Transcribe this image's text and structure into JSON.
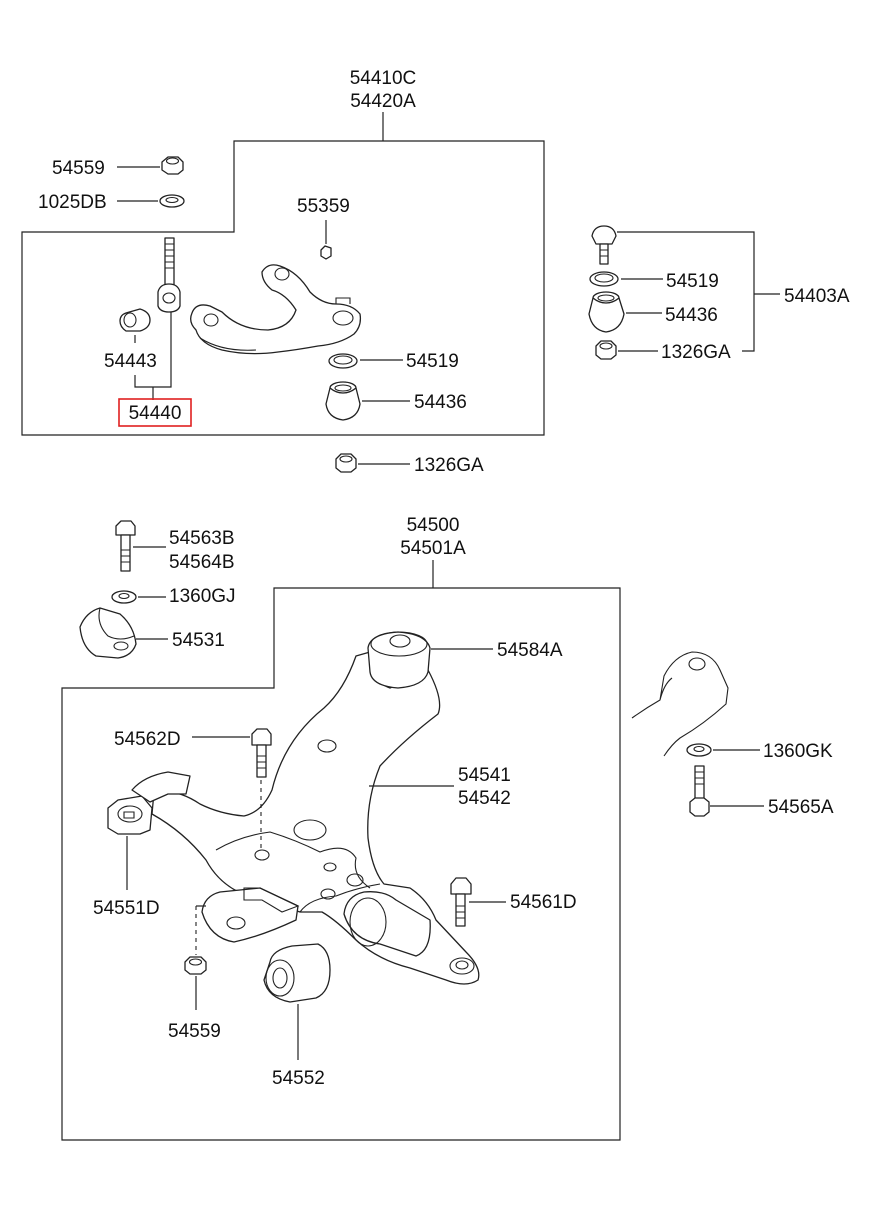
{
  "labels": {
    "upper_assy_1": "54410C",
    "upper_assy_2": "54420A",
    "nut_54559_top": "54559",
    "washer_1025DB": "1025DB",
    "nut_55359": "55359",
    "bushing_54443": "54443",
    "bolt_54440": "54440",
    "washer_54519_upper": "54519",
    "boot_54436_upper": "54436",
    "nut_1326GA_upper": "1326GA",
    "kit_54519": "54519",
    "kit_54436": "54436",
    "kit_1326GA": "1326GA",
    "kit_assy": "54403A",
    "lower_assy_1": "54500",
    "lower_assy_2": "54501A",
    "bolt_54563B": "54563B",
    "bolt_54564B": "54564B",
    "washer_1360GJ": "1360GJ",
    "bracket_54531": "54531",
    "bushing_54584A": "54584A",
    "bolt_54562D": "54562D",
    "arm_54541": "54541",
    "arm_54542": "54542",
    "bushing_54551D": "54551D",
    "bolt_54561D": "54561D",
    "nut_54559_lower": "54559",
    "bushing_54552": "54552",
    "washer_1360GK": "1360GK",
    "bolt_54565A": "54565A"
  },
  "highlight_color": "#e02020"
}
